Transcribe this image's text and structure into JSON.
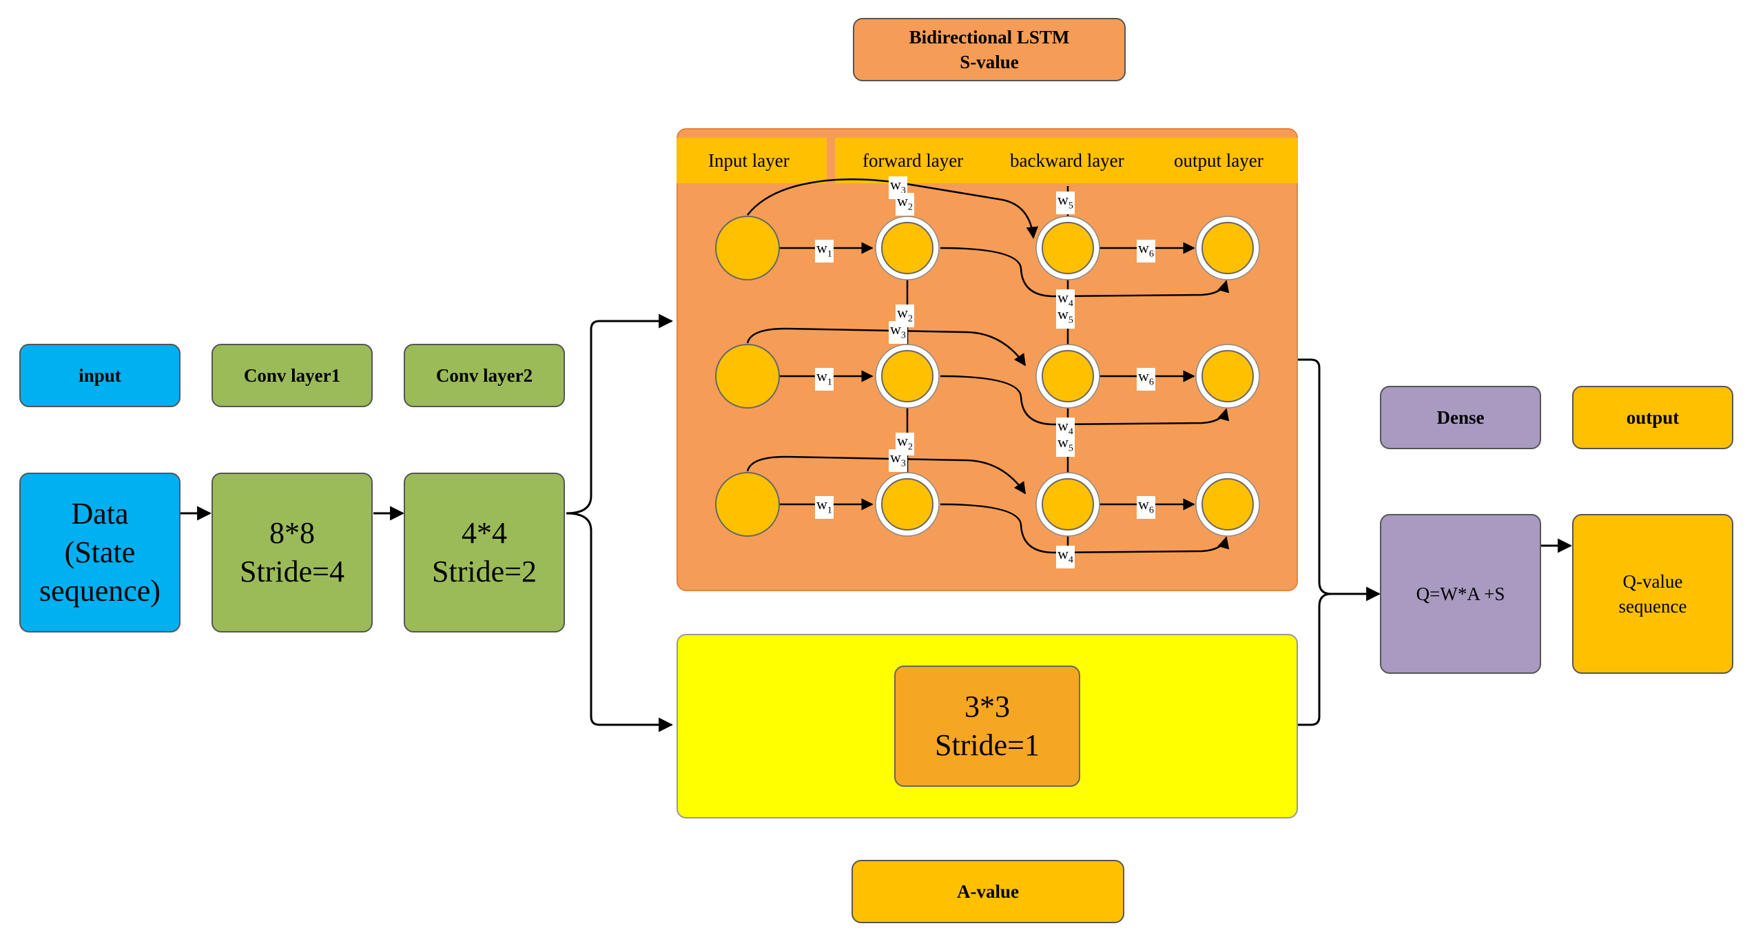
{
  "legend": {
    "input": "input",
    "conv1": "Conv layer1",
    "conv2": "Conv layer2",
    "dense": "Dense",
    "output": "output",
    "bilstm_title": "Bidirectional LSTM\nS-value",
    "avalue": "A-value"
  },
  "blocks": {
    "data": "Data\n(State\nsequence)",
    "conv1": "8*8\nStride=4",
    "conv2": "4*4\nStride=2",
    "conv3": "3*3\nStride=1",
    "formula": "Q=W*A +S",
    "qvalue": "Q-value\nsequence"
  },
  "lstm": {
    "layers": [
      "Input layer",
      "forward layer",
      "backward layer",
      "output layer"
    ],
    "weights": [
      "w1",
      "w2",
      "w3",
      "w4",
      "w5",
      "w6"
    ]
  },
  "colors": {
    "blue": "#00B0F0",
    "green": "#9BBB59",
    "orange_block": "#F59D56",
    "gold": "#FFC000",
    "yellow": "#FFFF00",
    "purple": "#A99AC1"
  }
}
